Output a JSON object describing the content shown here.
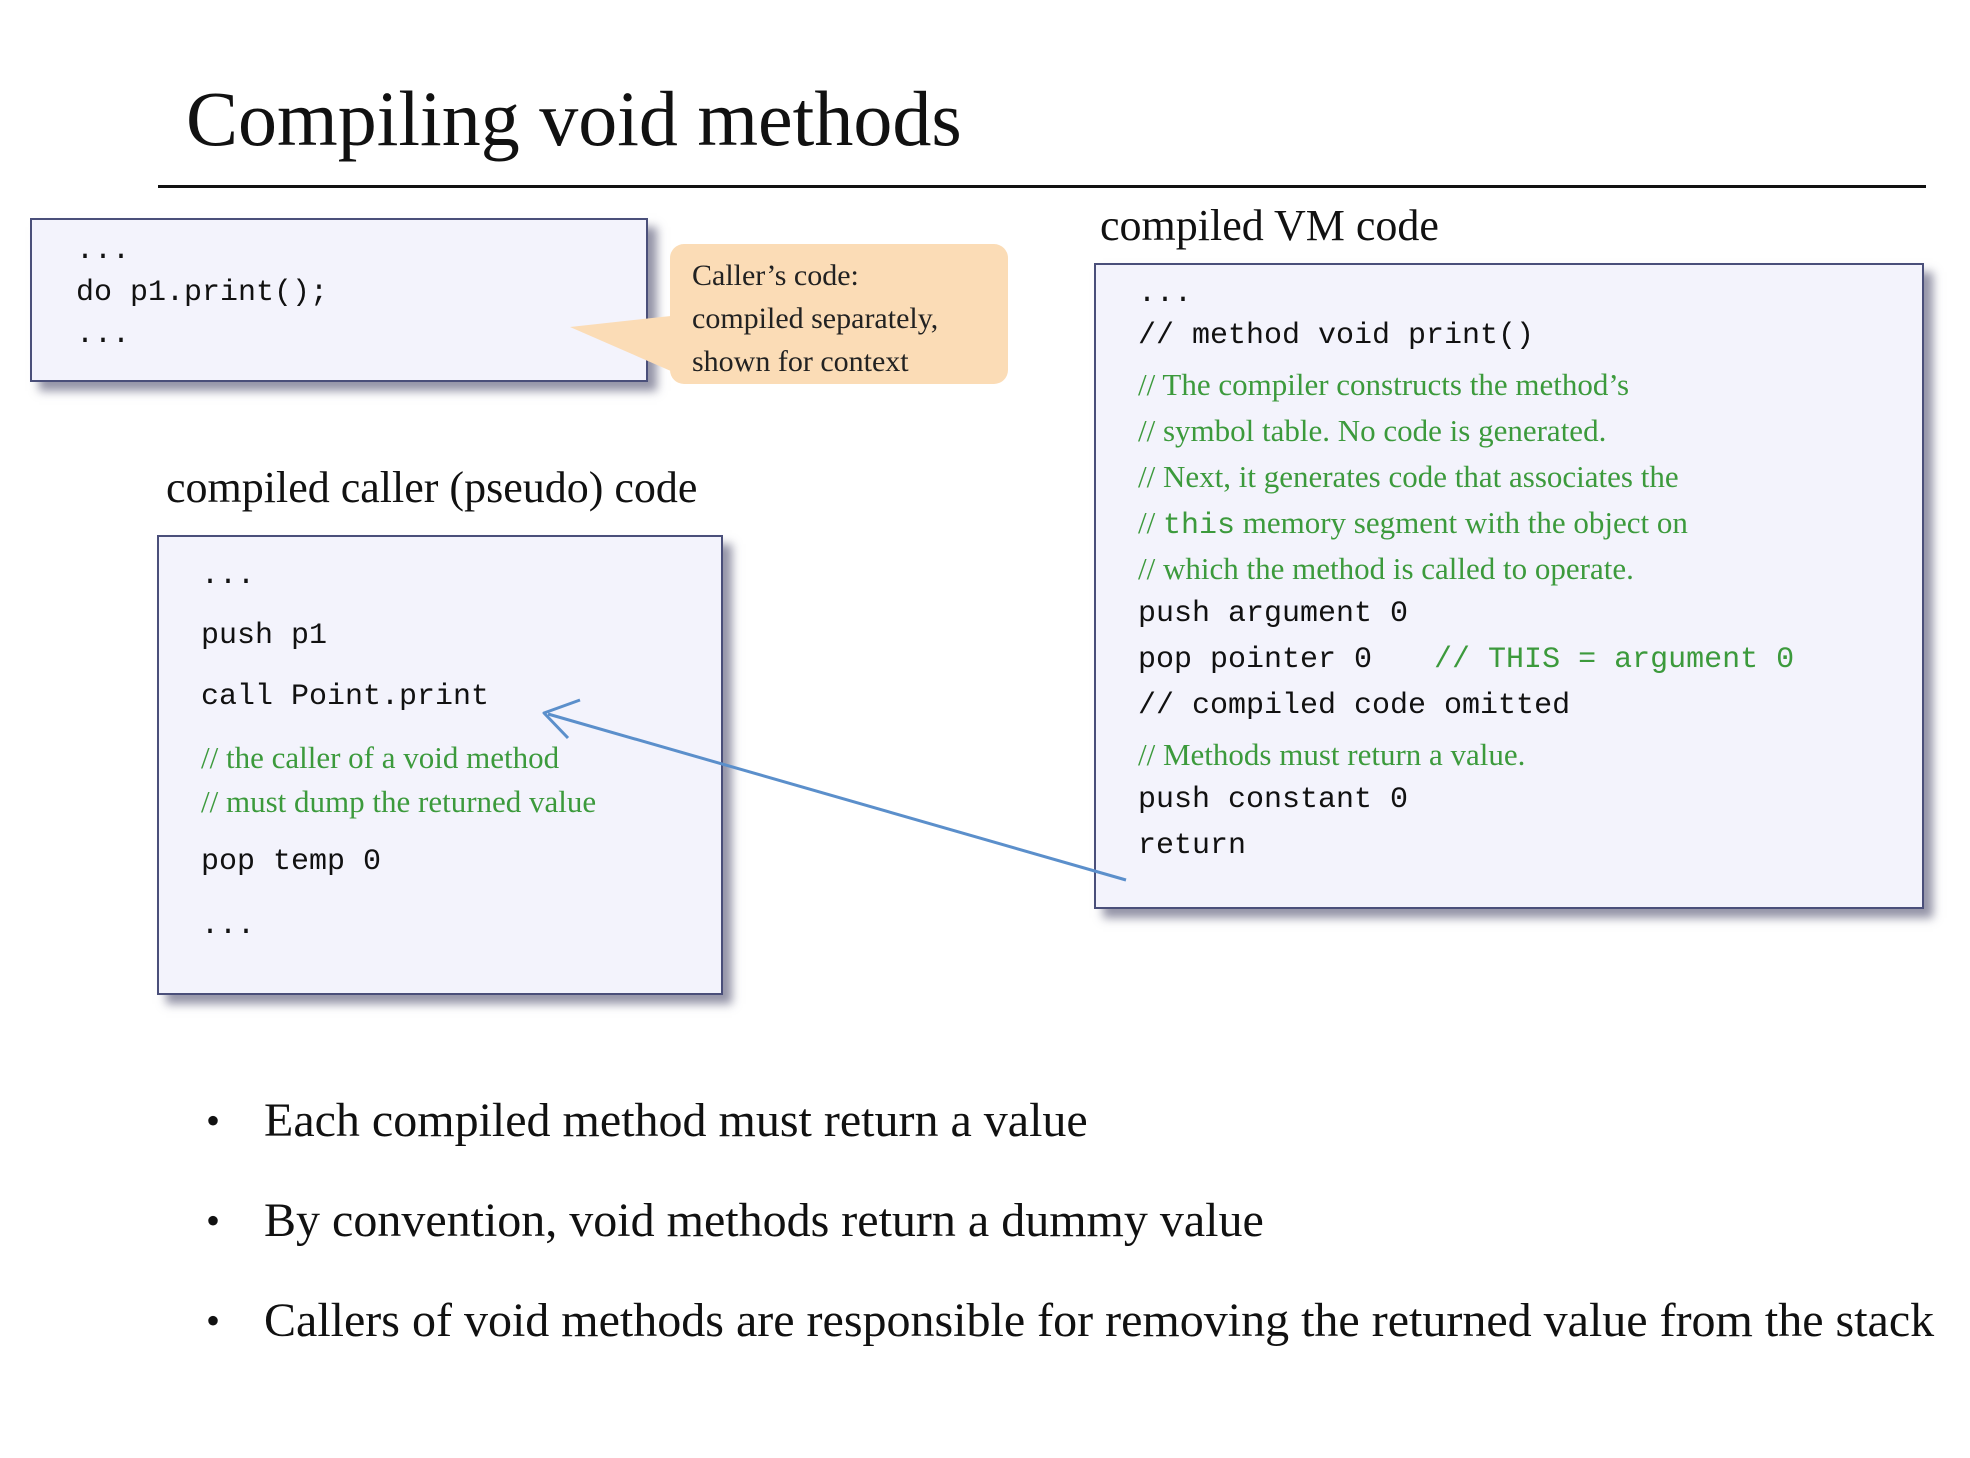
{
  "title": "Compiling void methods",
  "caller_box": {
    "lines": [
      "...",
      "do p1.print();",
      "..."
    ]
  },
  "callout": {
    "lines": [
      "Caller’s code:",
      "compiled separately,",
      "shown for context"
    ]
  },
  "compiled_caller": {
    "label": "compiled caller (pseudo) code",
    "lines": [
      "...",
      "push p1",
      "call Point.print"
    ],
    "comments": [
      "// the caller of a void method",
      "// must dump the returned value"
    ],
    "after": [
      "pop temp 0",
      "..."
    ]
  },
  "vm": {
    "label": "compiled VM code",
    "line_dots": "...",
    "line_method": "// method void print()",
    "comment_1": "// The compiler constructs the method’s",
    "comment_2": "// symbol table. No code is generated.",
    "comment_3": "// Next, it generates code that associates the",
    "comment_4_prefix": "// ",
    "comment_4_code": "this",
    "comment_4_suffix": " memory segment with the object on",
    "comment_5": "// which the method is called to operate.",
    "push_arg": "push argument 0",
    "pop_pointer": "pop pointer 0",
    "pop_pointer_comment": "// THIS = argument 0",
    "omitted": "// compiled code omitted",
    "comment_return": "// Methods must return a value.",
    "push_const": "push constant 0",
    "ret": "return"
  },
  "bullets": [
    "Each compiled method must return a value",
    "By convention,  void methods return a dummy value",
    "Callers of void methods are responsible  for removing  the returned value  from the stack"
  ],
  "colors": {
    "comment": "#3c9a3c",
    "box_bg": "#f3f3fc",
    "box_border": "#4a4f7a",
    "callout_bg": "#fbdcb6",
    "arrow": "#5b8fcb"
  }
}
